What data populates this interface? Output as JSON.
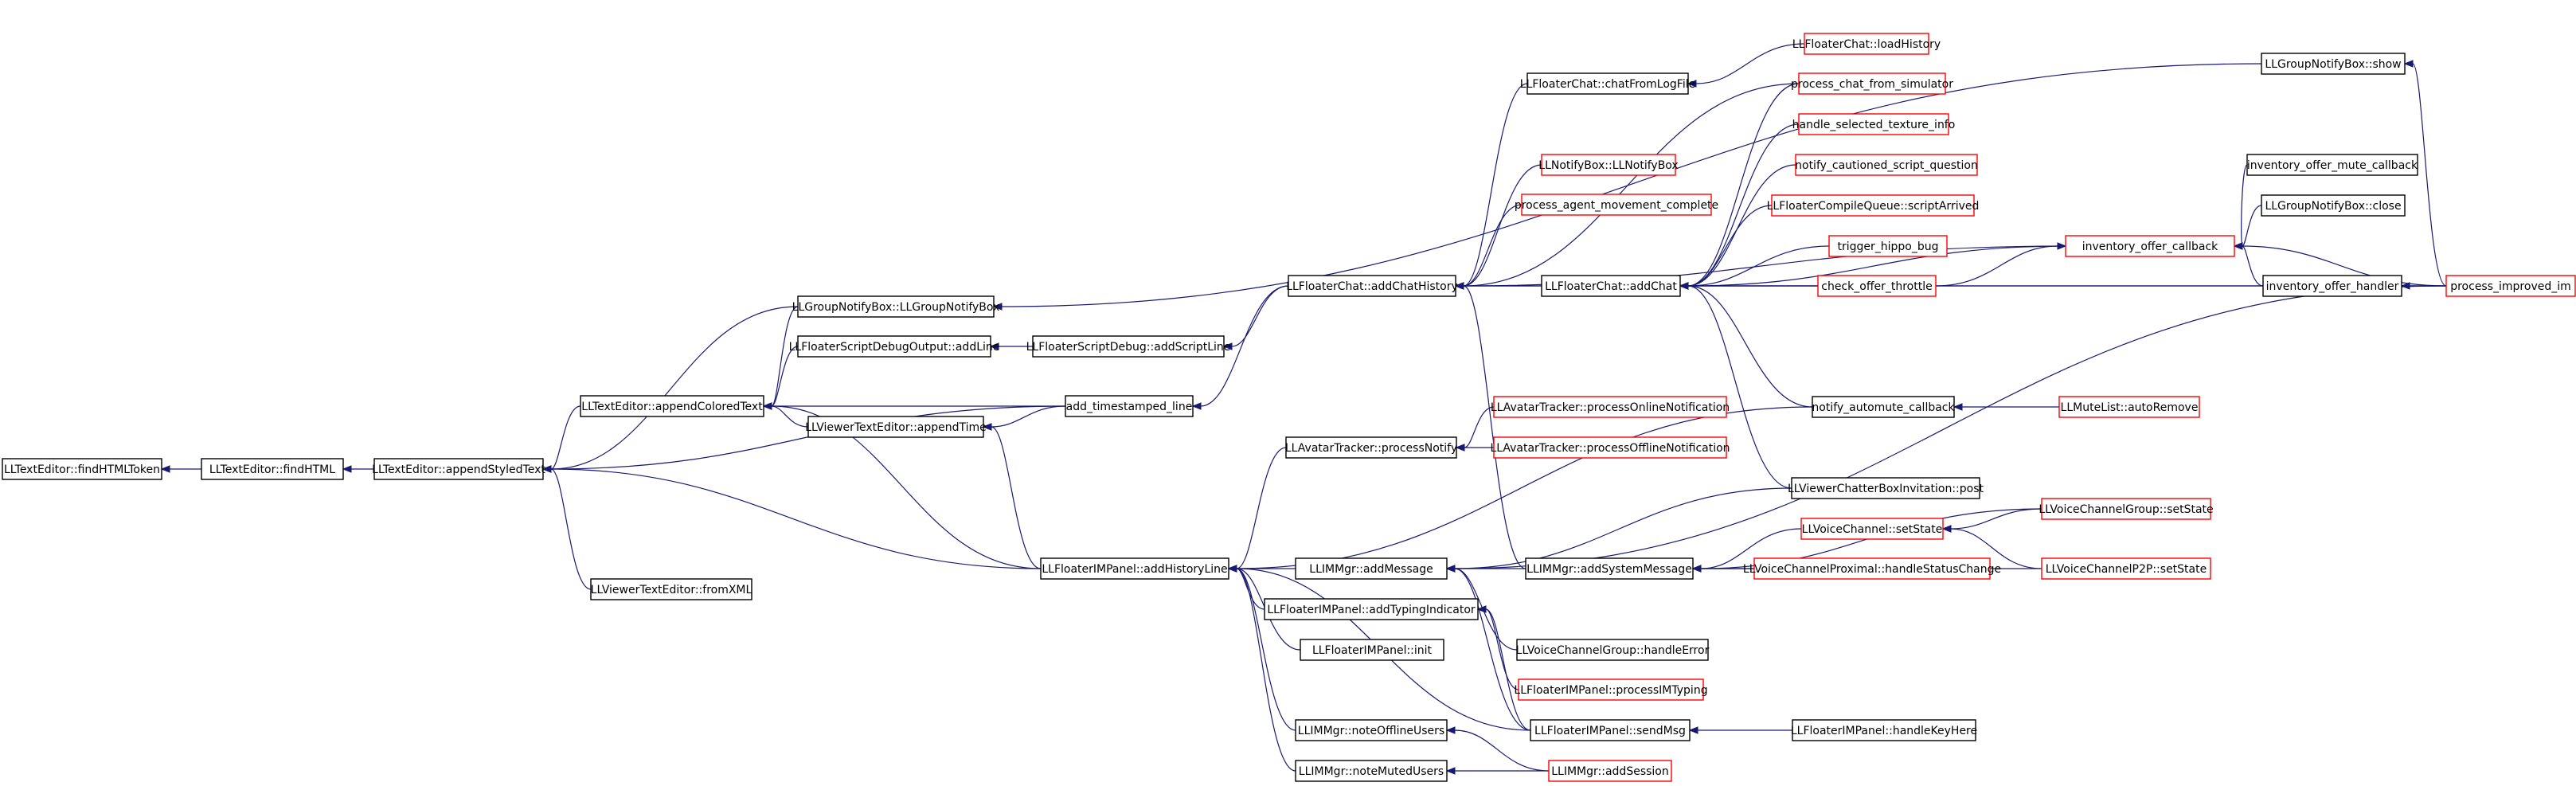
{
  "colors": {
    "root_fill": "#bfbfbf",
    "border_default": "#000000",
    "border_truncated": "#ff0000",
    "edge": "#191970"
  },
  "diagram": {
    "nodes": [
      {
        "id": "n0",
        "label": "LLTextEditor::findHTMLToken",
        "style": "root"
      },
      {
        "id": "n1",
        "label": "LLTextEditor::findHTML",
        "style": "default"
      },
      {
        "id": "n2",
        "label": "LLTextEditor::appendStyledText",
        "style": "default"
      },
      {
        "id": "n3",
        "label": "LLGroupNotifyBox::LLGroupNotifyBox",
        "style": "default"
      },
      {
        "id": "n4",
        "label": "LLFloaterScriptDebugOutput::addLine",
        "style": "default"
      },
      {
        "id": "n5",
        "label": "LLTextEditor::appendColoredText",
        "style": "default"
      },
      {
        "id": "n6",
        "label": "LLViewerTextEditor::appendTime",
        "style": "default"
      },
      {
        "id": "n7",
        "label": "LLViewerTextEditor::fromXML",
        "style": "default"
      },
      {
        "id": "n8",
        "label": "LLFloaterScriptDebug::addScriptLine",
        "style": "default"
      },
      {
        "id": "n9",
        "label": "add_timestamped_line",
        "style": "default"
      },
      {
        "id": "n10",
        "label": "LLFloaterIMPanel::addHistoryLine",
        "style": "default"
      },
      {
        "id": "n11",
        "label": "LLFloaterChat::addChatHistory",
        "style": "default"
      },
      {
        "id": "n12",
        "label": "LLFloaterChat::chatFromLogFile",
        "style": "default"
      },
      {
        "id": "n13",
        "label": "LLNotifyBox::LLNotifyBox",
        "style": "truncated"
      },
      {
        "id": "n14",
        "label": "process_agent_movement_complete",
        "style": "truncated"
      },
      {
        "id": "n15",
        "label": "LLAvatarTracker::processNotify",
        "style": "default"
      },
      {
        "id": "n16",
        "label": "LLIMMgr::addMessage",
        "style": "default"
      },
      {
        "id": "n17",
        "label": "LLFloaterIMPanel::addTypingIndicator",
        "style": "default"
      },
      {
        "id": "n18",
        "label": "LLFloaterIMPanel::init",
        "style": "default"
      },
      {
        "id": "n19",
        "label": "LLIMMgr::noteOfflineUsers",
        "style": "default"
      },
      {
        "id": "n20",
        "label": "LLIMMgr::noteMutedUsers",
        "style": "default"
      },
      {
        "id": "n21",
        "label": "LLFloaterChat::loadHistory",
        "style": "truncated"
      },
      {
        "id": "n22",
        "label": "process_chat_from_simulator",
        "style": "truncated"
      },
      {
        "id": "n23",
        "label": "handle_selected_texture_info",
        "style": "truncated"
      },
      {
        "id": "n24",
        "label": "notify_cautioned_script_question",
        "style": "truncated"
      },
      {
        "id": "n25",
        "label": "LLFloaterCompileQueue::scriptArrived",
        "style": "truncated"
      },
      {
        "id": "n26",
        "label": "trigger_hippo_bug",
        "style": "truncated"
      },
      {
        "id": "n27",
        "label": "check_offer_throttle",
        "style": "truncated"
      },
      {
        "id": "n28",
        "label": "LLFloaterChat::addChat",
        "style": "default"
      },
      {
        "id": "n29",
        "label": "LLAvatarTracker::processOnlineNotification",
        "style": "truncated"
      },
      {
        "id": "n30",
        "label": "LLAvatarTracker::processOfflineNotification",
        "style": "truncated"
      },
      {
        "id": "n31",
        "label": "notify_automute_callback",
        "style": "default"
      },
      {
        "id": "n32",
        "label": "LLViewerChatterBoxInvitation::post",
        "style": "default"
      },
      {
        "id": "n33",
        "label": "LLIMMgr::addSystemMessage",
        "style": "default"
      },
      {
        "id": "n34",
        "label": "LLVoiceChannelGroup::handleError",
        "style": "default"
      },
      {
        "id": "n35",
        "label": "LLFloaterIMPanel::processIMTyping",
        "style": "truncated"
      },
      {
        "id": "n36",
        "label": "LLFloaterIMPanel::sendMsg",
        "style": "default"
      },
      {
        "id": "n37",
        "label": "LLIMMgr::addSession",
        "style": "truncated"
      },
      {
        "id": "n38",
        "label": "LLGroupNotifyBox::show",
        "style": "default"
      },
      {
        "id": "n39",
        "label": "inventory_offer_mute_callback",
        "style": "default"
      },
      {
        "id": "n40",
        "label": "LLGroupNotifyBox::close",
        "style": "default"
      },
      {
        "id": "n41",
        "label": "inventory_offer_callback",
        "style": "truncated"
      },
      {
        "id": "n42",
        "label": "inventory_offer_handler",
        "style": "default"
      },
      {
        "id": "n43",
        "label": "process_improved_im",
        "style": "truncated"
      },
      {
        "id": "n44",
        "label": "LLMuteList::autoRemove",
        "style": "truncated"
      },
      {
        "id": "n45",
        "label": "LLVoiceChannel::setState",
        "style": "truncated"
      },
      {
        "id": "n46",
        "label": "LLVoiceChannelGroup::setState",
        "style": "truncated"
      },
      {
        "id": "n47",
        "label": "LLVoiceChannelProximal::handleStatusChange",
        "style": "truncated"
      },
      {
        "id": "n48",
        "label": "LLVoiceChannelP2P::setState",
        "style": "truncated"
      },
      {
        "id": "n49",
        "label": "LLFloaterIMPanel::handleKeyHere",
        "style": "default"
      }
    ],
    "edges": [
      [
        "n1",
        "n0"
      ],
      [
        "n2",
        "n1"
      ],
      [
        "n3",
        "n2"
      ],
      [
        "n5",
        "n2"
      ],
      [
        "n7",
        "n2"
      ],
      [
        "n9",
        "n2"
      ],
      [
        "n10",
        "n2"
      ],
      [
        "n3",
        "n5"
      ],
      [
        "n4",
        "n5"
      ],
      [
        "n6",
        "n5"
      ],
      [
        "n9",
        "n5"
      ],
      [
        "n10",
        "n5"
      ],
      [
        "n8",
        "n4"
      ],
      [
        "n9",
        "n6"
      ],
      [
        "n10",
        "n6"
      ],
      [
        "n11",
        "n8"
      ],
      [
        "n11",
        "n9"
      ],
      [
        "n15",
        "n10"
      ],
      [
        "n16",
        "n10"
      ],
      [
        "n17",
        "n10"
      ],
      [
        "n18",
        "n10"
      ],
      [
        "n19",
        "n10"
      ],
      [
        "n20",
        "n10"
      ],
      [
        "n31",
        "n10"
      ],
      [
        "n36",
        "n10"
      ],
      [
        "n12",
        "n11"
      ],
      [
        "n13",
        "n11"
      ],
      [
        "n14",
        "n11"
      ],
      [
        "n28",
        "n11"
      ],
      [
        "n22",
        "n11"
      ],
      [
        "n41",
        "n11"
      ],
      [
        "n43",
        "n11"
      ],
      [
        "n33",
        "n11"
      ],
      [
        "n21",
        "n12"
      ],
      [
        "n29",
        "n15"
      ],
      [
        "n30",
        "n15"
      ],
      [
        "n33",
        "n16"
      ],
      [
        "n34",
        "n16"
      ],
      [
        "n36",
        "n16"
      ],
      [
        "n43",
        "n16"
      ],
      [
        "n32",
        "n16"
      ],
      [
        "n35",
        "n17"
      ],
      [
        "n36",
        "n17"
      ],
      [
        "n37",
        "n19"
      ],
      [
        "n37",
        "n20"
      ],
      [
        "n22",
        "n28"
      ],
      [
        "n23",
        "n28"
      ],
      [
        "n24",
        "n28"
      ],
      [
        "n25",
        "n28"
      ],
      [
        "n26",
        "n28"
      ],
      [
        "n27",
        "n28"
      ],
      [
        "n41",
        "n28"
      ],
      [
        "n43",
        "n28"
      ],
      [
        "n31",
        "n28"
      ],
      [
        "n32",
        "n28"
      ],
      [
        "n38",
        "n3"
      ],
      [
        "n44",
        "n31"
      ],
      [
        "n45",
        "n33"
      ],
      [
        "n46",
        "n33"
      ],
      [
        "n47",
        "n33"
      ],
      [
        "n48",
        "n33"
      ],
      [
        "n46",
        "n45"
      ],
      [
        "n48",
        "n45"
      ],
      [
        "n49",
        "n36"
      ],
      [
        "n39",
        "n41"
      ],
      [
        "n40",
        "n41"
      ],
      [
        "n42",
        "n41"
      ],
      [
        "n43",
        "n41"
      ],
      [
        "n27",
        "n41"
      ],
      [
        "n43",
        "n42"
      ],
      [
        "n43",
        "n38"
      ]
    ]
  }
}
